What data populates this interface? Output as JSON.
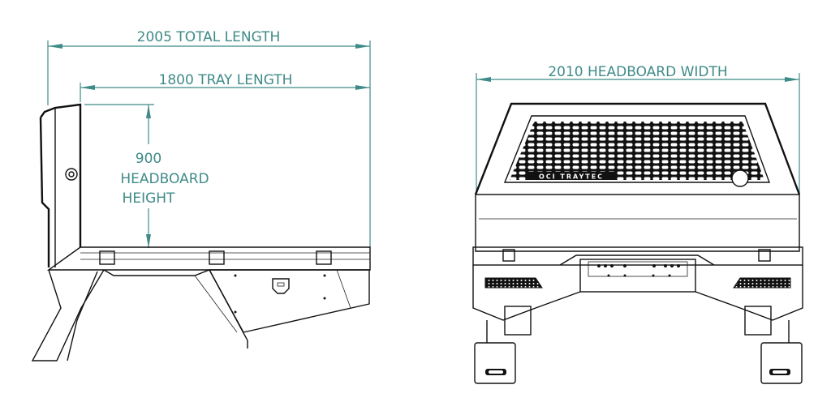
{
  "side_view": {
    "total_length_label": "2005 TOTAL LENGTH",
    "tray_length_label": "1800 TRAY LENGTH",
    "headboard_height_label": [
      "900",
      "HEADBOARD",
      "HEIGHT"
    ]
  },
  "rear_view": {
    "headboard_width_label": "2010 HEADBOARD WIDTH",
    "logo_text": "OCI TRAYTEC"
  },
  "colors": {
    "dimension": "#3f8b88",
    "line": "#111111"
  }
}
